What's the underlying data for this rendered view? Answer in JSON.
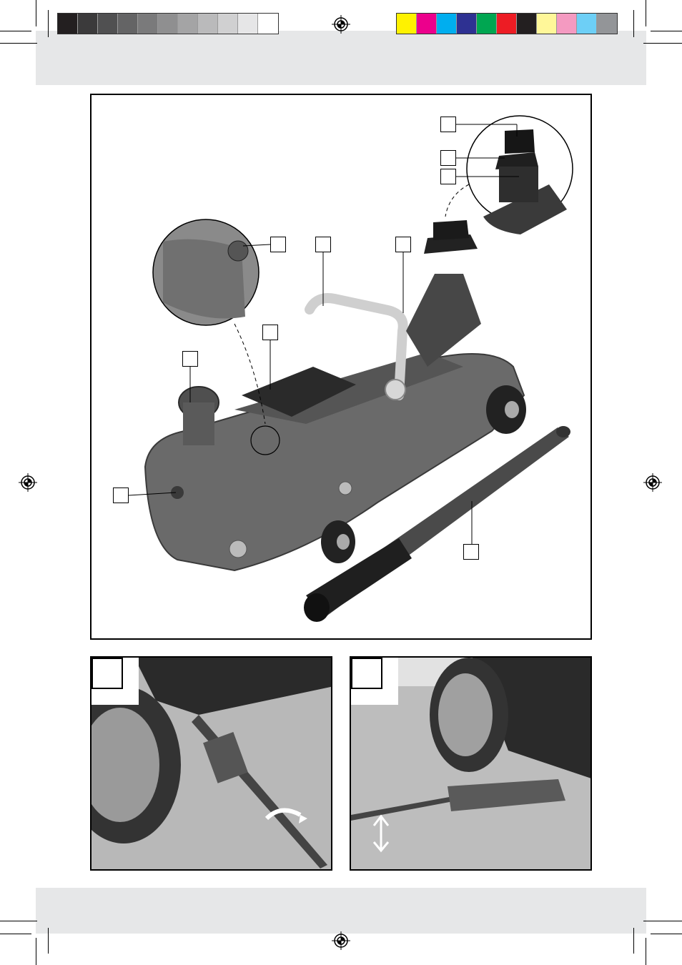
{
  "print_marks": {
    "gray_swatches": [
      "#231f20",
      "#3b3a3b",
      "#505051",
      "#646465",
      "#7a7a7b",
      "#8f8f90",
      "#a4a4a5",
      "#bababb",
      "#d0d0d1",
      "#e6e6e7",
      "#ffffff"
    ],
    "color_swatches": [
      "#fff200",
      "#ec008c",
      "#00aeef",
      "#2e3192",
      "#00a651",
      "#ed1c24",
      "#231f20",
      "#fff799",
      "#f49ac1",
      "#6dcff6",
      "#939598"
    ]
  },
  "main_figure": {
    "callouts": [
      {
        "id": "callout-1",
        "label": ""
      },
      {
        "id": "callout-2",
        "label": ""
      },
      {
        "id": "callout-3",
        "label": ""
      },
      {
        "id": "callout-4",
        "label": ""
      },
      {
        "id": "callout-5",
        "label": ""
      },
      {
        "id": "callout-6",
        "label": ""
      },
      {
        "id": "callout-7",
        "label": ""
      },
      {
        "id": "callout-8",
        "label": ""
      },
      {
        "id": "callout-9",
        "label": ""
      },
      {
        "id": "callout-10",
        "label": ""
      },
      {
        "id": "callout-11",
        "label": ""
      }
    ]
  },
  "step_figures": [
    {
      "id": "step-a",
      "label": ""
    },
    {
      "id": "step-b",
      "label": ""
    }
  ]
}
